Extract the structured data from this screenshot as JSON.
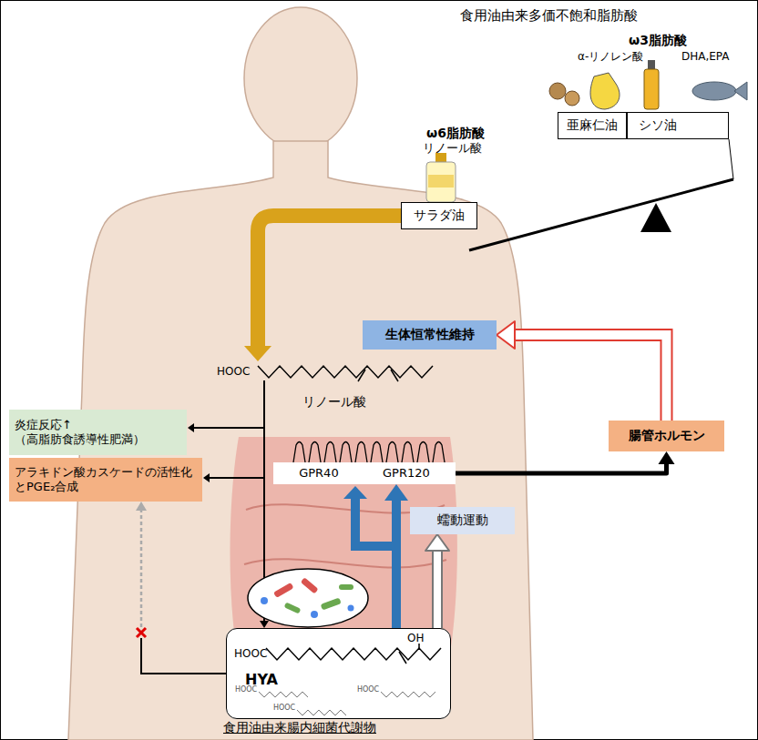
{
  "diagram": {
    "title": "食用油由来多価不飽和脂肪酸",
    "caption": "食用油由来腸内細菌代謝物",
    "nodes": [
      {
        "text": [
          "サラダ油"
        ]
      },
      {
        "text": [
          "亜麻仁油"
        ]
      },
      {
        "text": [
          "シソ油"
        ]
      },
      {
        "text": [
          "生体恒常性維持"
        ]
      },
      {
        "text": [
          "腸管ホルモン"
        ]
      },
      {
        "text": [
          "炎症反応↑ （高脂肪食誘導性肥満）"
        ]
      },
      {
        "text": [
          "アラキドン酸カスケードの活性化 とPGE₂合成"
        ]
      },
      {
        "text": [
          "GPR40",
          "GPR120"
        ]
      },
      {
        "text": [
          "蠕動運動"
        ]
      },
      {
        "text": [
          "HOOC",
          "OH",
          "HYA"
        ]
      }
    ],
    "edges": [
      {
        "from": 9,
        "to": 7,
        "arrow": "to"
      },
      {
        "from": 7,
        "to": 4,
        "arrow": "to"
      },
      {
        "from": 4,
        "to": 3,
        "arrow": "to"
      },
      {
        "from": 9,
        "to": 8,
        "arrow": "to"
      },
      {
        "from": 9,
        "to": 6,
        "arrow": "to"
      }
    ],
    "labels": [
      "ω6脂肪酸",
      "リノール酸",
      "ω3脂肪酸",
      "α-リノレン酸",
      "DHA,EPA",
      "HOOC",
      "リノール酸",
      "HOOC",
      "HOOC",
      "HOOC"
    ]
  }
}
